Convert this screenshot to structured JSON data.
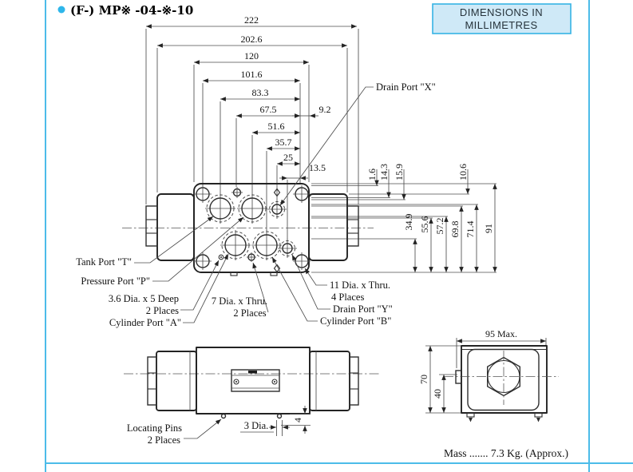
{
  "page": {
    "accent": "#3fb8e9",
    "title": "(F-) MP※ -04-※-10",
    "dim_box": {
      "line1": "DIMENSIONS IN",
      "line2": "MILLIMETRES"
    },
    "mass": "Mass ....... 7.3 Kg. (Approx.)"
  },
  "plan_view": {
    "h_dims": [
      "222",
      "202.6",
      "120",
      "101.6",
      "83.3",
      "67.5",
      "51.6",
      "35.7",
      "25",
      "13.5"
    ],
    "offset_dim": "9.2",
    "top_v_dims": [
      "1.6",
      "14.3",
      "15.9",
      "10.6"
    ],
    "right_v_dims": [
      "34.9",
      "55.6",
      "57.2",
      "69.8",
      "71.4",
      "91"
    ],
    "labels": {
      "drain_x": "Drain Port \"X\"",
      "tank": "Tank Port \"T\"",
      "pressure": "Pressure Port \"P\"",
      "dia36_line1": "3.6 Dia. x 5 Deep",
      "dia36_line2": "2 Places",
      "cylinder_a": "Cylinder Port \"A\"",
      "dia7_line1": "7 Dia. x Thru.",
      "dia7_line2": "2 Places",
      "dia11_line1": "11 Dia. x Thru.",
      "dia11_line2": "4 Places",
      "drain_y": "Drain Port \"Y\"",
      "cylinder_b": "Cylinder Port \"B\""
    }
  },
  "side_view": {
    "labels": {
      "locating_line1": "Locating Pins",
      "locating_line2": "2 Places",
      "pin_dia": "3 Dia.",
      "pin_offset": "4"
    }
  },
  "end_view": {
    "width": "95 Max.",
    "height": "70",
    "inner_height": "40"
  }
}
